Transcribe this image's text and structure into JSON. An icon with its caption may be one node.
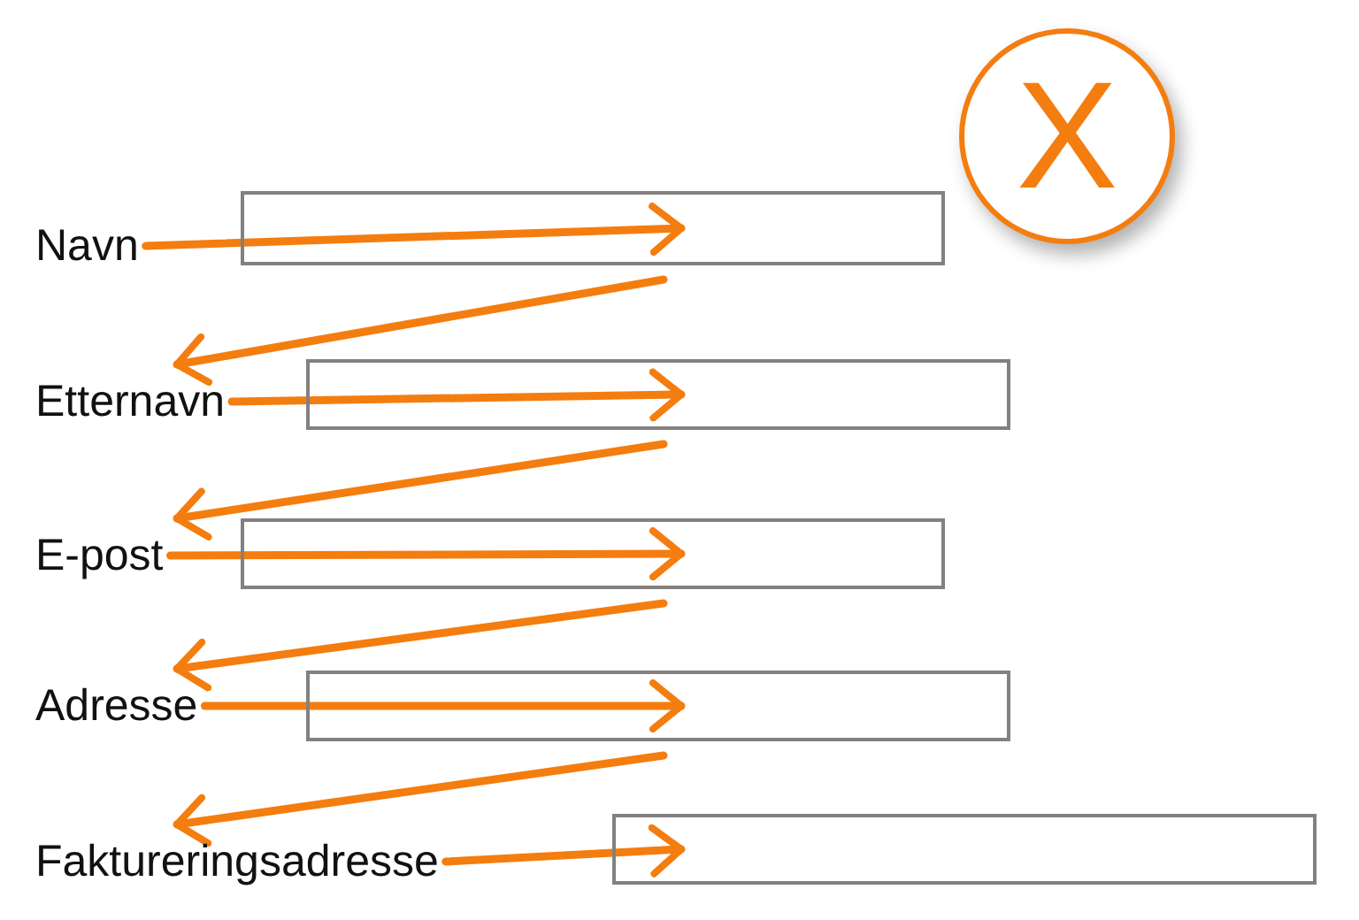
{
  "diagram": {
    "nodes": [
      {
        "text": [
          "Navn"
        ]
      },
      {
        "text": [],
        "shape": "box"
      },
      {
        "text": [
          "Etternavn"
        ]
      },
      {
        "text": [],
        "shape": "box"
      },
      {
        "text": [
          "E-post"
        ]
      },
      {
        "text": [],
        "shape": "box"
      },
      {
        "text": [
          "Adresse"
        ]
      },
      {
        "text": [],
        "shape": "box"
      },
      {
        "text": [
          "Faktureringsadresse"
        ]
      },
      {
        "text": [],
        "shape": "box"
      },
      {
        "text": [
          "X"
        ]
      }
    ],
    "edges": [
      {
        "from": 0,
        "to": 1,
        "arrow": "to"
      },
      {
        "from": 1,
        "to": 2,
        "arrow": "to"
      },
      {
        "from": 2,
        "to": 3,
        "arrow": "to"
      },
      {
        "from": 3,
        "to": 4,
        "arrow": "to"
      },
      {
        "from": 4,
        "to": 5,
        "arrow": "to"
      },
      {
        "from": 5,
        "to": 6,
        "arrow": "to"
      },
      {
        "from": 6,
        "to": 7,
        "arrow": "to"
      },
      {
        "from": 7,
        "to": 8,
        "arrow": "to"
      },
      {
        "from": 8,
        "to": 9,
        "arrow": "to"
      }
    ]
  }
}
